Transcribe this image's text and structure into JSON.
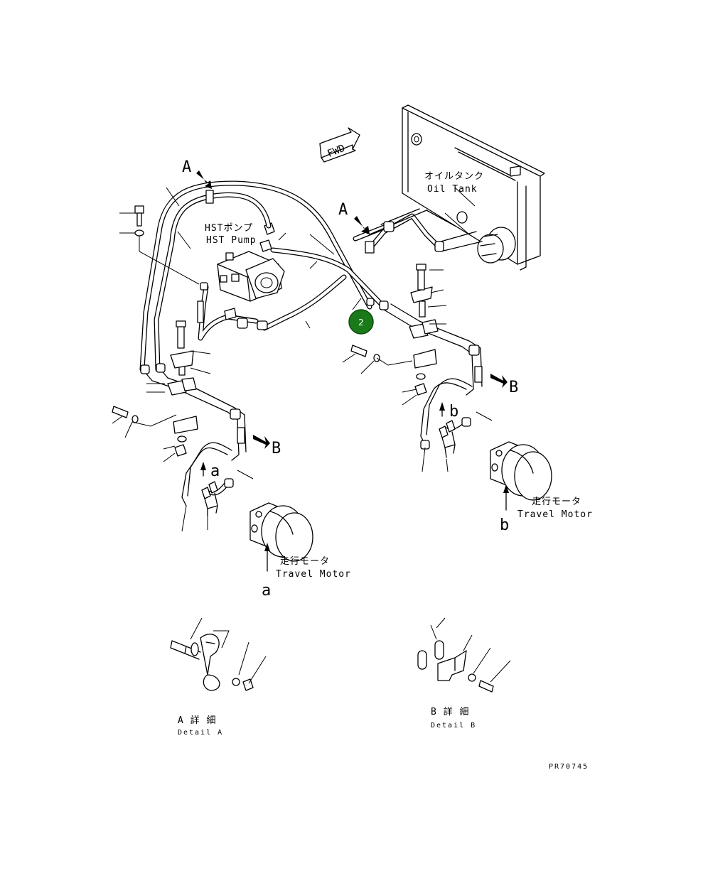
{
  "labels": {
    "fwd": "FWD",
    "oil_tank_jp": "オイルタンク",
    "oil_tank_en": "Oil Tank",
    "hst_pump_jp": "HSTポンプ",
    "hst_pump_en": "HST Pump",
    "travel_motor_jp": "走行モータ",
    "travel_motor_en": "Travel Motor",
    "view_a": "A",
    "view_b": "B",
    "port_a": "a",
    "port_b": "b",
    "detail_a_jp": "A 詳 細",
    "detail_a_en": "Detail A",
    "detail_b_jp": "B 詳 細",
    "detail_b_en": "Detail B",
    "drawing_number": "PR70745"
  },
  "callouts": [
    {
      "id": "2",
      "label": "2",
      "color": "#1a7a1a"
    }
  ],
  "colors": {
    "line": "#000000",
    "background": "#ffffff",
    "callout_fill": "#1a7a1a",
    "callout_text": "#ffffff"
  }
}
